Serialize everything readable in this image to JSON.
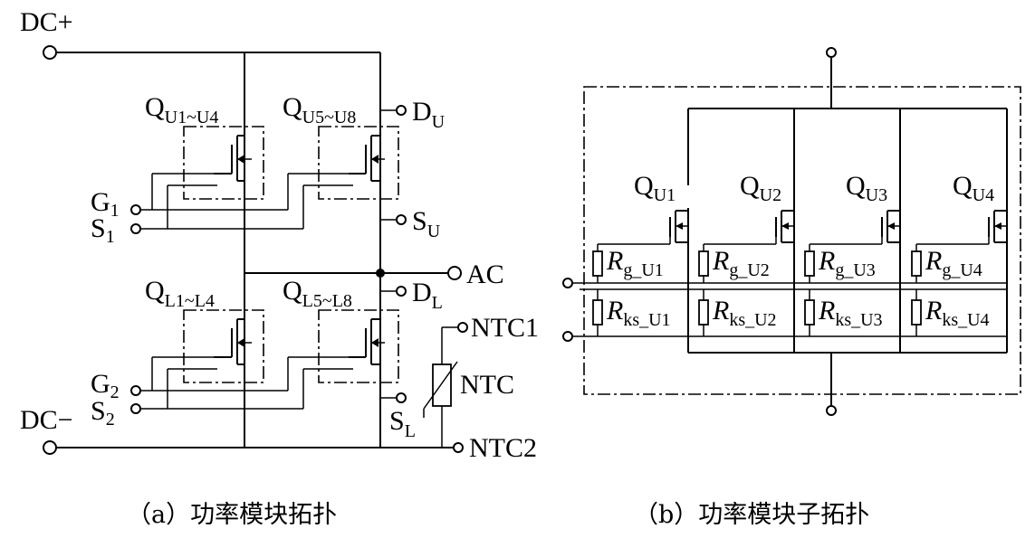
{
  "panel_a": {
    "dc_plus": "DC+",
    "dc_minus": "DC−",
    "q_upper_left": {
      "main": "Q",
      "sub": "U1~U4"
    },
    "q_upper_right": {
      "main": "Q",
      "sub": "U5~U8"
    },
    "q_lower_left": {
      "main": "Q",
      "sub": "L1~L4"
    },
    "q_lower_right": {
      "main": "Q",
      "sub": "L5~L8"
    },
    "du": {
      "main": "D",
      "sub": "U"
    },
    "su": {
      "main": "S",
      "sub": "U"
    },
    "dl": {
      "main": "D",
      "sub": "L"
    },
    "sl": {
      "main": "S",
      "sub": "L"
    },
    "g1": {
      "main": "G",
      "sub": "1"
    },
    "s1": {
      "main": "S",
      "sub": "1"
    },
    "g2": {
      "main": "G",
      "sub": "2"
    },
    "s2": {
      "main": "S",
      "sub": "2"
    },
    "ac": "AC",
    "ntc1": "NTC1",
    "ntc": "NTC",
    "ntc2": "NTC2",
    "caption": "（a）功率模块拓扑"
  },
  "panel_b": {
    "switches": [
      {
        "main": "Q",
        "sub": "U1"
      },
      {
        "main": "Q",
        "sub": "U2"
      },
      {
        "main": "Q",
        "sub": "U3"
      },
      {
        "main": "Q",
        "sub": "U4"
      }
    ],
    "rg": [
      {
        "main": "R",
        "sub": "g_U1"
      },
      {
        "main": "R",
        "sub": "g_U2"
      },
      {
        "main": "R",
        "sub": "g_U3"
      },
      {
        "main": "R",
        "sub": "g_U4"
      }
    ],
    "rks": [
      {
        "main": "R",
        "sub": "ks_U1"
      },
      {
        "main": "R",
        "sub": "ks_U2"
      },
      {
        "main": "R",
        "sub": "ks_U3"
      },
      {
        "main": "R",
        "sub": "ks_U4"
      }
    ],
    "caption": "（b）功率模块子拓扑"
  }
}
